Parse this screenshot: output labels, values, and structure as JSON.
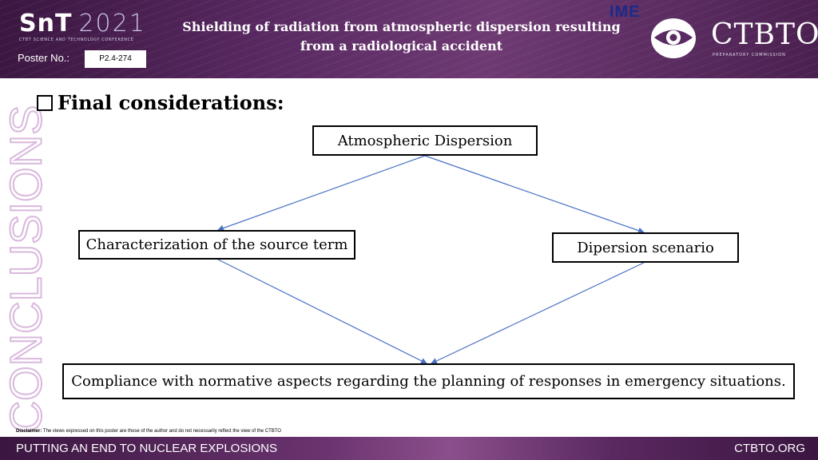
{
  "header": {
    "logo_main": "SnT",
    "logo_year": "2021",
    "logo_sub": "CTBT SCIENCE AND TECHNOLOGY CONFERENCE",
    "poster_label": "Poster No.:",
    "poster_number": "P2.4-274",
    "title_line1": "Shielding of radiation from atmospheric dispersion resulting",
    "title_line2": "from a radiological accident",
    "ime_label": "IME",
    "org_name": "CTBTO",
    "org_sub": "PREPARATORY COMMISSION"
  },
  "side_word": "CONCLUSIONS",
  "heading": "Final considerations:",
  "diagram": {
    "top": "Atmospheric Dispersion",
    "left": "Characterization of the source term",
    "right": "Dipersion scenario",
    "bottom": "Compliance with normative aspects regarding the planning of responses in emergency situations."
  },
  "disclaimer": {
    "label": "Disclaimer:",
    "text": "The views expressed on this poster are those of the author and do not necessarily reflect the view of the CTBTO"
  },
  "footer": {
    "left": "PUTTING AN END TO NUCLEAR EXPLOSIONS",
    "right": "CTBTO.ORG"
  },
  "colors": {
    "header_bg": "#5a2a63",
    "arrow": "#4a72c4",
    "side_word_outline": "#d9b8dd",
    "ime": "#1b2a8a"
  }
}
